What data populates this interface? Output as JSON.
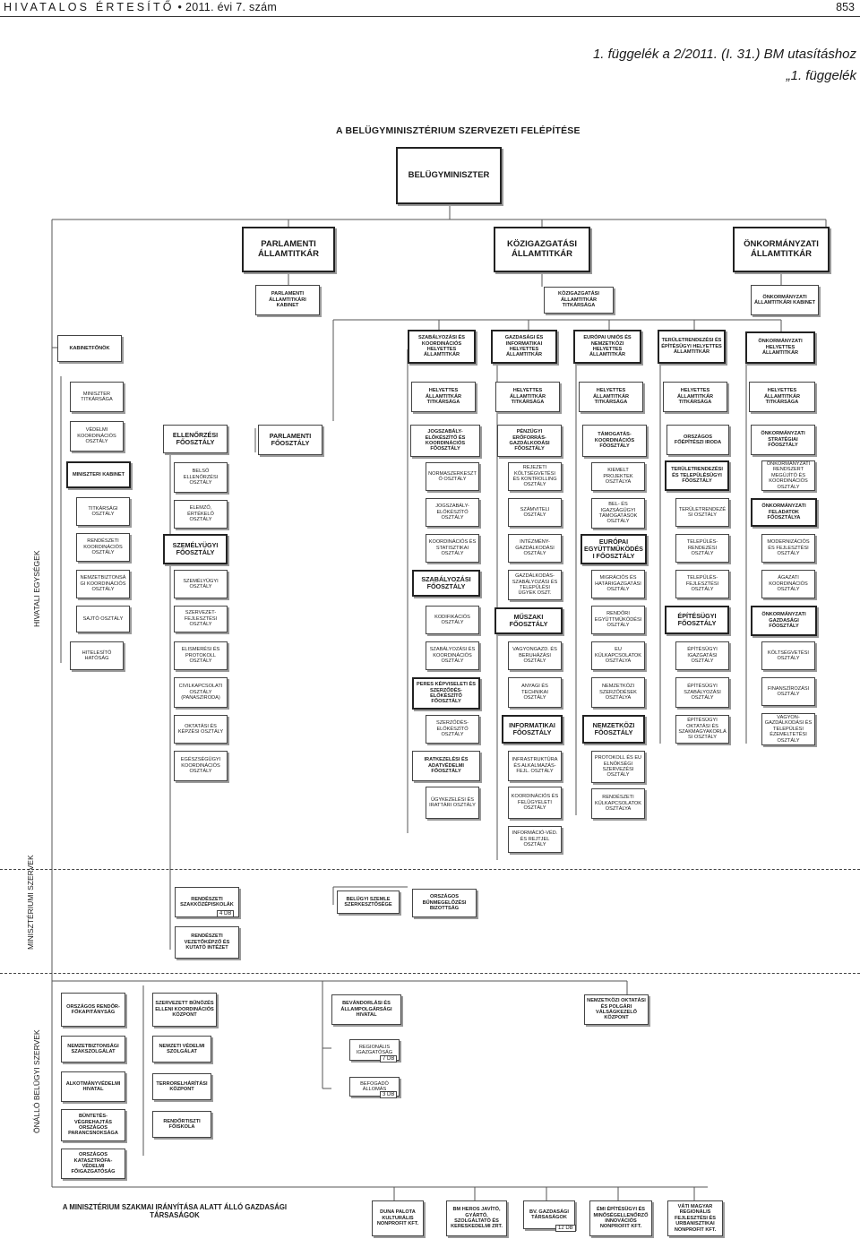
{
  "header": {
    "publication": "HIVATALOS ÉRTESÍTŐ",
    "bullet": "•",
    "issue": "2011. évi 7. szám",
    "page": "853"
  },
  "annex": {
    "line1": "1. függelék a 2/2011. (I. 31.) BM utasításhoz",
    "line2": "„1. függelék"
  },
  "chart": {
    "title": "A BELÜGYMINISZTÉRIUM SZERVEZETI FELÉPÍTÉSE",
    "minister": "BELÜGYMINISZTER",
    "state_secretaries": [
      "PARLAMENTI ÁLLAMTITKÁR",
      "KÖZIGAZGATÁSI ÁLLAMTITKÁR",
      "ÖNKORMÁNYZATI ÁLLAMTITKÁR"
    ],
    "cabinets": [
      "PARLAMENTI ÁLLAMTITKÁRI KABINET",
      "KÖZIGAZGATÁSI ÁLLAMTITKÁR TITKÁRSÁGA",
      "ÖNKORMÁNYZATI ÁLLAMTITKÁRI KABINET"
    ],
    "cabinet_chief": "KABINETFŐNÖK",
    "deputies": [
      "SZABÁLYOZÁSI ÉS KOORDINÁCIÓS HELYETTES ÁLLAMTITKÁR",
      "GAZDASÁGI ÉS INFORMATIKAI HELYETTES ÁLLAMTITKÁR",
      "EURÓPAI UNIÓS ÉS NEMZETKÖZI HELYETTES ÁLLAMTITKÁR",
      "TERÜLETRENDEZÉSI ÉS ÉPÍTÉSÜGYI HELYETTES ÁLLAMTITKÁR",
      "ÖNKORMÁNYZATI HELYETTES ÁLLAMTITKÁR"
    ],
    "deputy_secretariats": [
      "HELYETTES ÁLLAMTITKÁR TITKÁRSÁGA",
      "HELYETTES ÁLLAMTITKÁR TITKÁRSÁGA",
      "HELYETTES ÁLLAMTITKÁR TITKÁRSÁGA",
      "HELYETTES ÁLLAMTITKÁR TITKÁRSÁGA",
      "HELYETTES ÁLLAMTITKÁR TITKÁRSÁGA"
    ],
    "col_min": [
      "MINISZTER TITKÁRSÁGA",
      "VÉDELMI KOORDINÁCIÓS OSZTÁLY",
      "MINISZTERI KABINET",
      "TITKÁRSÁGI OSZTÁLY",
      "RENDÉSZETI KOORDINÁCIÓS OSZTÁLY",
      "NEMZETBIZTONSÁGI KOORDINÁCIÓS OSZTÁLY",
      "SAJTÓ OSZTÁLY",
      "HITELESÍTŐ HATÓSÁG"
    ],
    "col_ell": [
      "ELLENŐRZÉSI FŐOSZTÁLY",
      "BELSŐ ELLENŐRZÉSI OSZTÁLY",
      "ELEMZŐ, ÉRTÉKELŐ OSZTÁLY",
      "SZEMÉLYÜGYI FŐOSZTÁLY",
      "SZEMÉLYÜGYI OSZTÁLY",
      "SZERVEZET-FEJLESZTÉSI OSZTÁLY",
      "ELISMERÉSI ÉS PROTOKOLL OSZTÁLY",
      "CIVILKAPCSOLATI OSZTÁLY (PANASZIRODA)",
      "OKTATÁSI ÉS KÉPZÉSI OSZTÁLY",
      "EGÉSZSÉGÜGYI KOORDINÁCIÓS OSZTÁLY"
    ],
    "parl_dept": "PARLAMENTI FŐOSZTÁLY",
    "col_jog": [
      "JOGSZABÁLY-ELŐKÉSZÍTŐ ÉS KOORDINÁCIÓS FŐOSZTÁLY",
      "NORMASZERKESZTŐ OSZTÁLY",
      "JOGSZABÁLY-ELŐKÉSZÍTŐ OSZTÁLY",
      "KOORDINÁCIÓS ÉS STATISZTIKAI OSZTÁLY",
      "SZABÁLYOZÁSI FŐOSZTÁLY",
      "KODIFIKÁCIÓS OSZTÁLY",
      "SZABÁLYOZÁSI ÉS KOORDINÁCIÓS OSZTÁLY",
      "PERES KÉPVISELETI ÉS SZERZŐDÉS-ELŐKÉSZÍTŐ FŐOSZTÁLY",
      "SZERZŐDÉS-ELŐKÉSZÍTŐ OSZTÁLY",
      "IRATKEZELÉSI ÉS ADATVÉDELMI FŐOSZTÁLY",
      "ÜGYKEZELÉSI ÉS IRATTÁRI OSZTÁLY"
    ],
    "col_gaz": [
      "PÉNZÜGYI ERŐFORRÁS-GAZDÁLKODÁSI FŐOSZTÁLY",
      "REJEZETI KÖLTSÉGVETÉSI ÉS KONTROLLING OSZTÁLY",
      "SZÁMVITELI OSZTÁLY",
      "INTÉZMÉNY-GAZDÁLKODÁSI OSZTÁLY",
      "GAZDÁLKODÁS-SZABÁLYOZÁSI ÉS TELEPÜLÉSI ÜGYEK OSZT.",
      "MŰSZAKI FŐOSZTÁLY",
      "VAGYONGAZD. ÉS BERUHÁZÁSI OSZTÁLY",
      "ANYAGI ÉS TECHNIKAI OSZTÁLY",
      "INFORMATIKAI FŐOSZTÁLY",
      "INFRASTRUKTÚRA ÉS ALKALMAZÁS-FEJL. OSZTÁLY",
      "KOORDINÁCIÓS ÉS FELÜGYELETI OSZTÁLY",
      "INFORMÁCIÓ-VÉD. ÉS REJTJEL OSZTÁLY"
    ],
    "col_eu": [
      "TÁMOGATÁS-KOORDINÁCIÓS FŐOSZTÁLY",
      "KIEMELT PROJEKTEK OSZTÁLYA",
      "BEL- ÉS IGAZSÁGÜGYI TÁMOGATÁSOK OSZTÁLY",
      "EURÓPAI EGYÜTTMŰKÖDÉSI FŐOSZTÁLY",
      "MIGRÁCIÓS ÉS HATÁRIGAZGATÁSI OSZTÁLY",
      "RENDŐRI EGYÜTTMŰKÖDÉSI OSZTÁLY",
      "EU KÜLKAPCSOLATOK OSZTÁLYA",
      "NEMZETKÖZI SZERZŐDÉSEK OSZTÁLYA",
      "NEMZETKÖZI FŐOSZTÁLY",
      "PROTOKOLL ÉS EU ELNÖKSÉGI SZERVEZÉSI OSZTÁLY",
      "RENDÉSZETI KÜLKAPCSOLATOK OSZTÁLYA"
    ],
    "col_ter": [
      "ORSZÁGOS FŐÉPÍTÉSZI IRODA",
      "TERÜLETRENDEZÉSI ÉS TELEPÜLÉSÜGYI FŐOSZTÁLY",
      "TERÜLETRENDEZÉSI OSZTÁLY",
      "TELEPÜLÉS-RENDEZÉSI OSZTÁLY",
      "TELEPÜLÉS-FEJLESZTÉSI OSZTÁLY",
      "ÉPÍTÉSÜGYI FŐOSZTÁLY",
      "ÉPÍTÉSÜGYI IGAZGATÁSI OSZTÁLY",
      "ÉPÍTÉSÜGYI SZABÁLYOZÁSI OSZTÁLY",
      "ÉPÍTÉSÜGYI OKTATÁSI ÉS SZAKMAGYAKORLÁSI OSZTÁLY"
    ],
    "col_onk": [
      "ÖNKORMÁNYZATI STRATÉGIAI FŐOSZTÁLY",
      "ÖNKORMÁNYZATI RENDSZERT MEGÚJÍTÓ ÉS KOORDINÁCIÓS OSZTÁLY",
      "ÖNKORMÁNYZATI FELADATOK FŐOSZTÁLYA",
      "MODERNIZÁCIÓS ÉS FEJLESZTÉSI OSZTÁLY",
      "ÁGAZATI KOORDINÁCIÓS OSZTÁLY",
      "ÖNKORMÁNYZATI GAZDASÁGI FŐOSZTÁLY",
      "KÖLTSÉGVETÉSI OSZTÁLY",
      "FINANSZÍROZÁSI OSZTÁLY",
      "VAGYON-GAZDÁLKODÁSI ÉS TELEPÜLÉSI ÉZEMELTETÉSI OSZTÁLY"
    ],
    "ministerial": {
      "schools": "RENDÉSZETI SZAKKÖZÉPISKOLÁK",
      "schools_count": "4 DB",
      "institute": "RENDÉSZETI VEZETŐKÉPZŐ ÉS KUTATÓ INTÉZET",
      "review": "BELÜGYI SZEMLE SZERKESZTŐSÉGE",
      "crime": "ORSZÁGOS BŰNMEGELŐZÉSI BIZOTTSÁG"
    },
    "independent": [
      "ORSZÁGOS RENDŐR-FŐKAPITÁNYSÁG",
      "SZERVEZETT BŰNÖZÉS ELLENI KOORDINÁCIÓS KÖZPONT",
      "NEMZETBIZTONSÁGI SZAKSZOLGÁLAT",
      "NEMZETI VÉDELMI SZOLGÁLAT",
      "ALKOTMÁNYVÉDELMI HIVATAL",
      "TERRORELHÁRÍTÁSI KÖZPONT",
      "BÜNTETÉS-VÉGREHAJTÁS ORSZÁGOS PARANCSNOKSÁGA",
      "RENDŐRTISZTI FŐISKOLA",
      "ORSZÁGOS KATASZTRÓFA-VÉDELMI FŐIGAZGATÓSÁG",
      "BEVÁNDORLÁSI ÉS ÁLLAMPOLGÁRSÁGI HIVATAL",
      "REGIONÁLIS IGAZGATÓSÁG",
      "BEFOGADÓ ÁLLOMÁS",
      "NEMZETKÖZI OKTATÁSI ÉS POLGÁRI VÁLSÁGKEZELŐ KÖZPONT"
    ],
    "independent_counts": {
      "regional": "7 DB",
      "reception": "3 DB"
    },
    "companies_label": "A MINISZTÉRIUM SZAKMAI IRÁNYÍTÁSA ALATT ÁLLÓ GAZDASÁGI TÁRSASÁGOK",
    "companies": [
      "DUNA PALOTA KULTURÁLIS NONPROFIT KFT.",
      "BM HEROS JAVÍTÓ, GYÁRTÓ, SZOLGÁLTATÓ ÉS KERESKEDELMI ZRT.",
      "BV. GAZDASÁGI TÁRSASÁGOK",
      "ÉMI ÉPÍTÉSÜGYI ÉS MINŐSÉGELLENŐRZŐ INNOVÁCIÓS NONPROFIT KFT.",
      "VÁTI MAGYAR REGIONÁLIS FEJLESZTÉSI ÉS URBANISZTIKAI NONPROFIT KFT."
    ],
    "companies_count": "12 DB",
    "side_labels": [
      "HIVATALI EGYSÉGEK",
      "MINISZTÉRIUMI SZERVEK",
      "ÖNÁLLÓ BELÜGYI SZERVEK"
    ]
  }
}
